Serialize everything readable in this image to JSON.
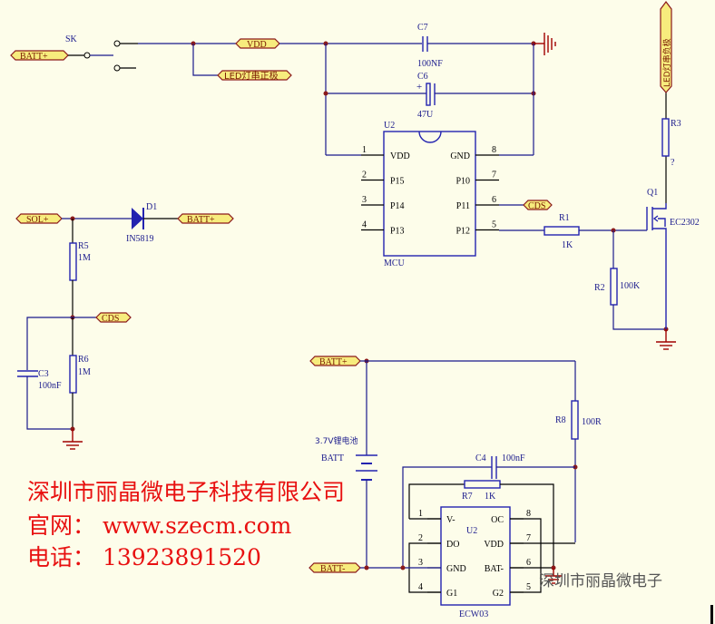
{
  "colors": {
    "background": "#fdfdea",
    "wire": "#1a1a8c",
    "ground": "#a00000",
    "port_fill": "#f7ec7d",
    "watermark": "#e81010"
  },
  "ports": {
    "batt_plus_switch": "BATT+",
    "vdd": "VDD",
    "led_pos": "LED灯串正极",
    "led_neg": "LED灯串负极",
    "sol_plus": "SOL+",
    "batt_plus_diode": "BATT+",
    "cds_mcu": "CDS",
    "cds_divider": "CDS",
    "batt_plus_charger": "BATT+",
    "batt_minus": "BATT-"
  },
  "components": {
    "switch": {
      "ref": "SK"
    },
    "c7": {
      "ref": "C7",
      "value": "100NF"
    },
    "c6": {
      "ref": "C6",
      "value": "47U",
      "polarity": "+"
    },
    "mcu": {
      "ref": "U2",
      "part": "MCU",
      "left_pins": [
        {
          "num": "1",
          "name": "VDD"
        },
        {
          "num": "2",
          "name": "P15"
        },
        {
          "num": "3",
          "name": "P14"
        },
        {
          "num": "4",
          "name": "P13"
        }
      ],
      "right_pins": [
        {
          "num": "8",
          "name": "GND"
        },
        {
          "num": "7",
          "name": "P10"
        },
        {
          "num": "6",
          "name": "P11"
        },
        {
          "num": "5",
          "name": "P12"
        }
      ]
    },
    "r1": {
      "ref": "R1",
      "value": "1K"
    },
    "r2": {
      "ref": "R2",
      "value": "100K"
    },
    "r3": {
      "ref": "R3",
      "value": "?"
    },
    "q1": {
      "ref": "Q1",
      "part": "EC2302"
    },
    "d1": {
      "ref": "D1",
      "part": "IN5819"
    },
    "r5": {
      "ref": "R5",
      "value": "1M"
    },
    "r6": {
      "ref": "R6",
      "value": "1M"
    },
    "c3": {
      "ref": "C3",
      "value": "100nF"
    },
    "r8": {
      "ref": "R8",
      "value": "100R"
    },
    "batt": {
      "ref": "BATT",
      "desc": "3.7V锂电池"
    },
    "c4": {
      "ref": "C4",
      "value": "100nF"
    },
    "r7": {
      "ref": "R7",
      "value": "1K"
    },
    "charger": {
      "ref": "U2",
      "part": "ECW03",
      "left_pins": [
        {
          "num": "1",
          "name": "V-"
        },
        {
          "num": "2",
          "name": "DO"
        },
        {
          "num": "3",
          "name": "GND"
        },
        {
          "num": "4",
          "name": "G1"
        }
      ],
      "right_pins": [
        {
          "num": "8",
          "name": "OC"
        },
        {
          "num": "7",
          "name": "VDD"
        },
        {
          "num": "6",
          "name": "BAT-"
        },
        {
          "num": "5",
          "name": "G2"
        }
      ]
    }
  },
  "watermark": {
    "company": "深圳市丽晶微电子科技有限公司",
    "website": "官网： www.szecm.com",
    "phone": "电话： 13923891520",
    "small": "深圳市丽晶微电子"
  }
}
